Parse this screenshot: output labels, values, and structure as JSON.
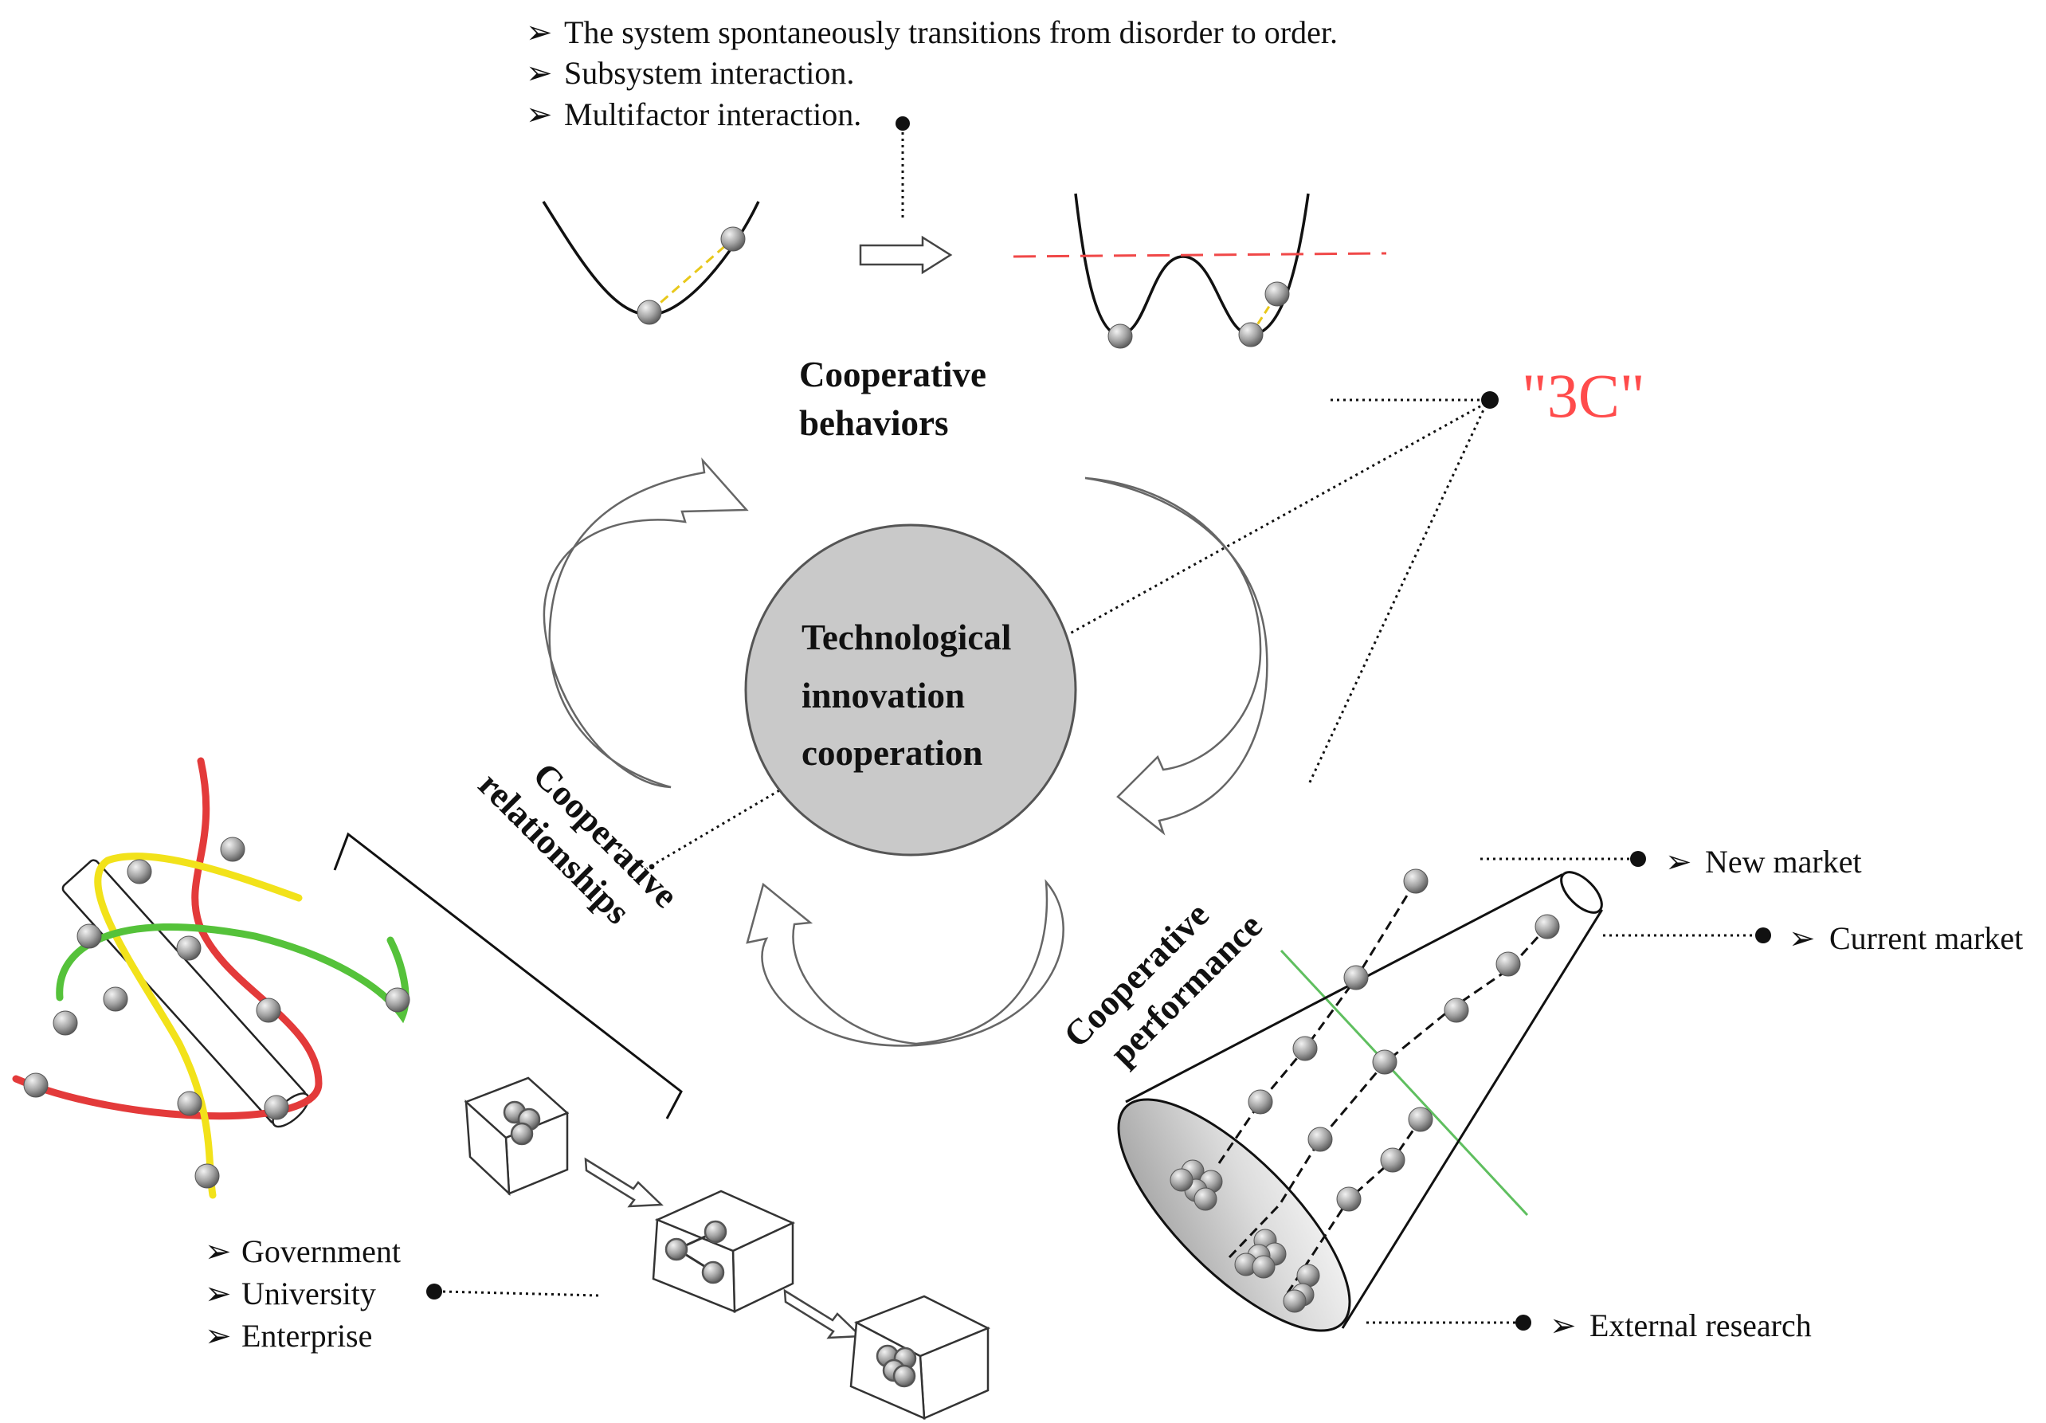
{
  "header_bullets": [
    "The system spontaneously transitions from disorder to order.",
    "Subsystem interaction.",
    "Multifactor interaction."
  ],
  "bullet_glyph": "➢",
  "center": {
    "lines": [
      "Technological",
      "innovation",
      "cooperation"
    ]
  },
  "behaviors_label": [
    "Cooperative",
    "behaviors"
  ],
  "relationships_label": [
    "Cooperative",
    "relationships"
  ],
  "performance_label": [
    "Cooperative",
    "performance"
  ],
  "three_c": "\"3C\"",
  "actors": [
    "Government",
    "University",
    "Enterprise"
  ],
  "markets": {
    "new": "New market",
    "current": "Current market",
    "external": "External research"
  },
  "colors": {
    "accent_red": "#ff4b4b",
    "ball": "#9a9a9a",
    "circle_fill": "#c9c9c9",
    "helix_red": "#ea3a3a",
    "helix_yellow": "#f2e21a",
    "helix_green": "#55c23a",
    "axis_green": "#5fbf5f"
  }
}
